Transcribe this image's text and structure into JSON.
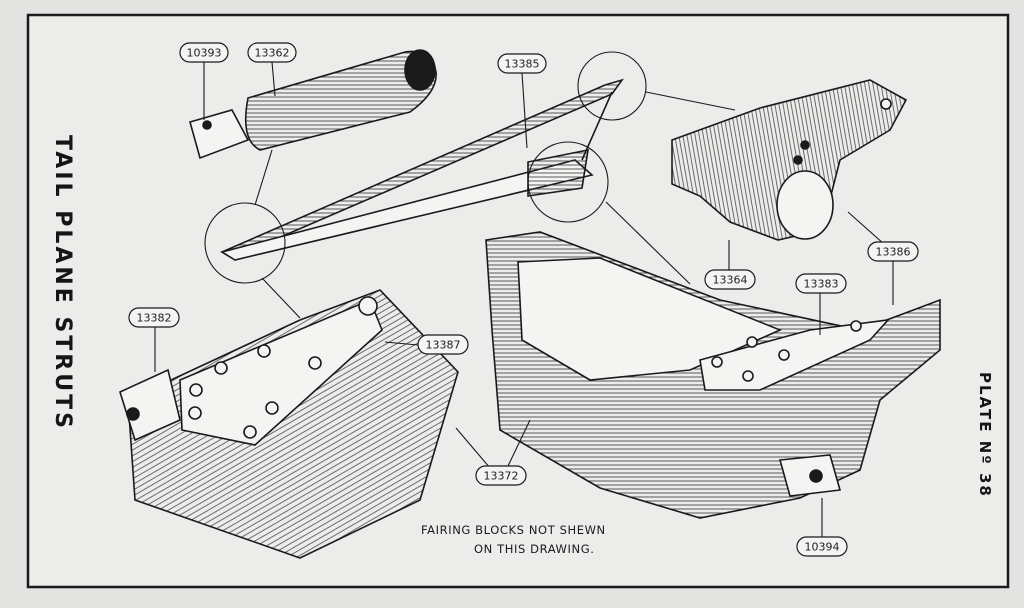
{
  "side_title": "TAIL PLANE STRUTS",
  "plate": {
    "label": "PLATE",
    "no": "Nº",
    "number": "38"
  },
  "note_lines": [
    "FAIRING BLOCKS NOT SHEWN",
    "ON THIS DRAWING."
  ],
  "part_labels": {
    "p10393": "10393",
    "p13362": "13362",
    "p13385": "13385",
    "p13382": "13382",
    "p13387": "13387",
    "p13364": "13364",
    "p13383": "13383",
    "p13386": "13386",
    "p13372": "13372",
    "p10394": "10394"
  }
}
